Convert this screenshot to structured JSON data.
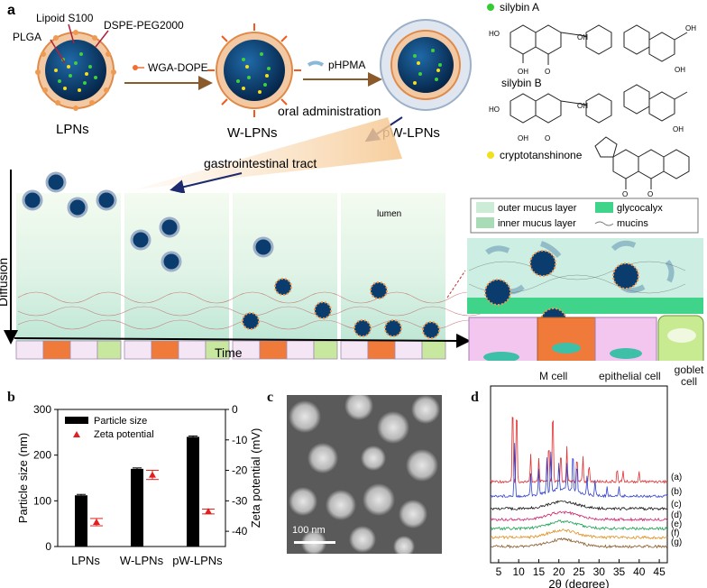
{
  "panel_a": {
    "letter": "a",
    "components": [
      "Lipoid S100",
      "PLGA",
      "DSPE-PEG2000"
    ],
    "steps": [
      "WGA-DOPE",
      "pHPMA",
      "oral administration"
    ],
    "particles": [
      "LPNs",
      "W-LPNs",
      "pW-LPNs"
    ],
    "gi_tract": "gastrointestinal tract",
    "lumen": "lumen",
    "legend": {
      "outer": "outer mucus layer",
      "inner": "inner mucus layer",
      "glycocalyx": "glycocalyx",
      "mucins": "mucins"
    },
    "cells": [
      "M cell",
      "epithelial cell",
      "goblet cell"
    ],
    "diffusion": "Diffusion",
    "time": "Time",
    "drugs": [
      "silybin A",
      "silybin B",
      "cryptotanshinone"
    ],
    "colors": {
      "silybin": "#33cc33",
      "cryptotanshinone": "#f0e020",
      "core": "#0b3c6e",
      "shell": "#e89a5a"
    }
  },
  "panel_b": {
    "letter": "b"
  },
  "panel_c": {
    "letter": "c",
    "scale_bar": "100 nm"
  },
  "panel_d": {
    "letter": "d"
  },
  "chart_data": [
    {
      "type": "bar",
      "categories": [
        "LPNs",
        "W-LPNs",
        "pW-LPNs"
      ],
      "series": [
        {
          "name": "Particle size",
          "values": [
            112,
            170,
            240
          ],
          "errors": [
            2,
            2,
            2
          ],
          "axis": "left",
          "color": "#000000"
        },
        {
          "name": "Zeta potential",
          "values": [
            -37,
            -21.5,
            -33.5
          ],
          "errors": [
            1.2,
            1.5,
            0.8
          ],
          "axis": "right",
          "color": "#e02020",
          "marker": "triangle"
        }
      ],
      "ylabel": "Particle size (nm)",
      "ylim": [
        0,
        300
      ],
      "yticks": [
        "0",
        "100",
        "200",
        "300"
      ],
      "y2label": "Zeta potential (mV)",
      "y2lim": [
        -45,
        0
      ],
      "y2ticks": [
        "0",
        "-10",
        "-20",
        "-30",
        "-40"
      ],
      "legend": "top-left"
    },
    {
      "type": "line",
      "xlabel": "2θ  (degree)",
      "xlim": [
        3,
        47
      ],
      "xticks": [
        "5",
        "10",
        "15",
        "20",
        "25",
        "30",
        "35",
        "40",
        "45"
      ],
      "series": [
        {
          "name": "(a)",
          "color": "#e03030"
        },
        {
          "name": "(b)",
          "color": "#3040d0"
        },
        {
          "name": "(c)",
          "color": "#111111"
        },
        {
          "name": "(d)",
          "color": "#d0206a"
        },
        {
          "name": "(e)",
          "color": "#1aa050"
        },
        {
          "name": "(f)",
          "color": "#e09020"
        },
        {
          "name": "(g)",
          "color": "#8a5a2a"
        }
      ]
    }
  ]
}
